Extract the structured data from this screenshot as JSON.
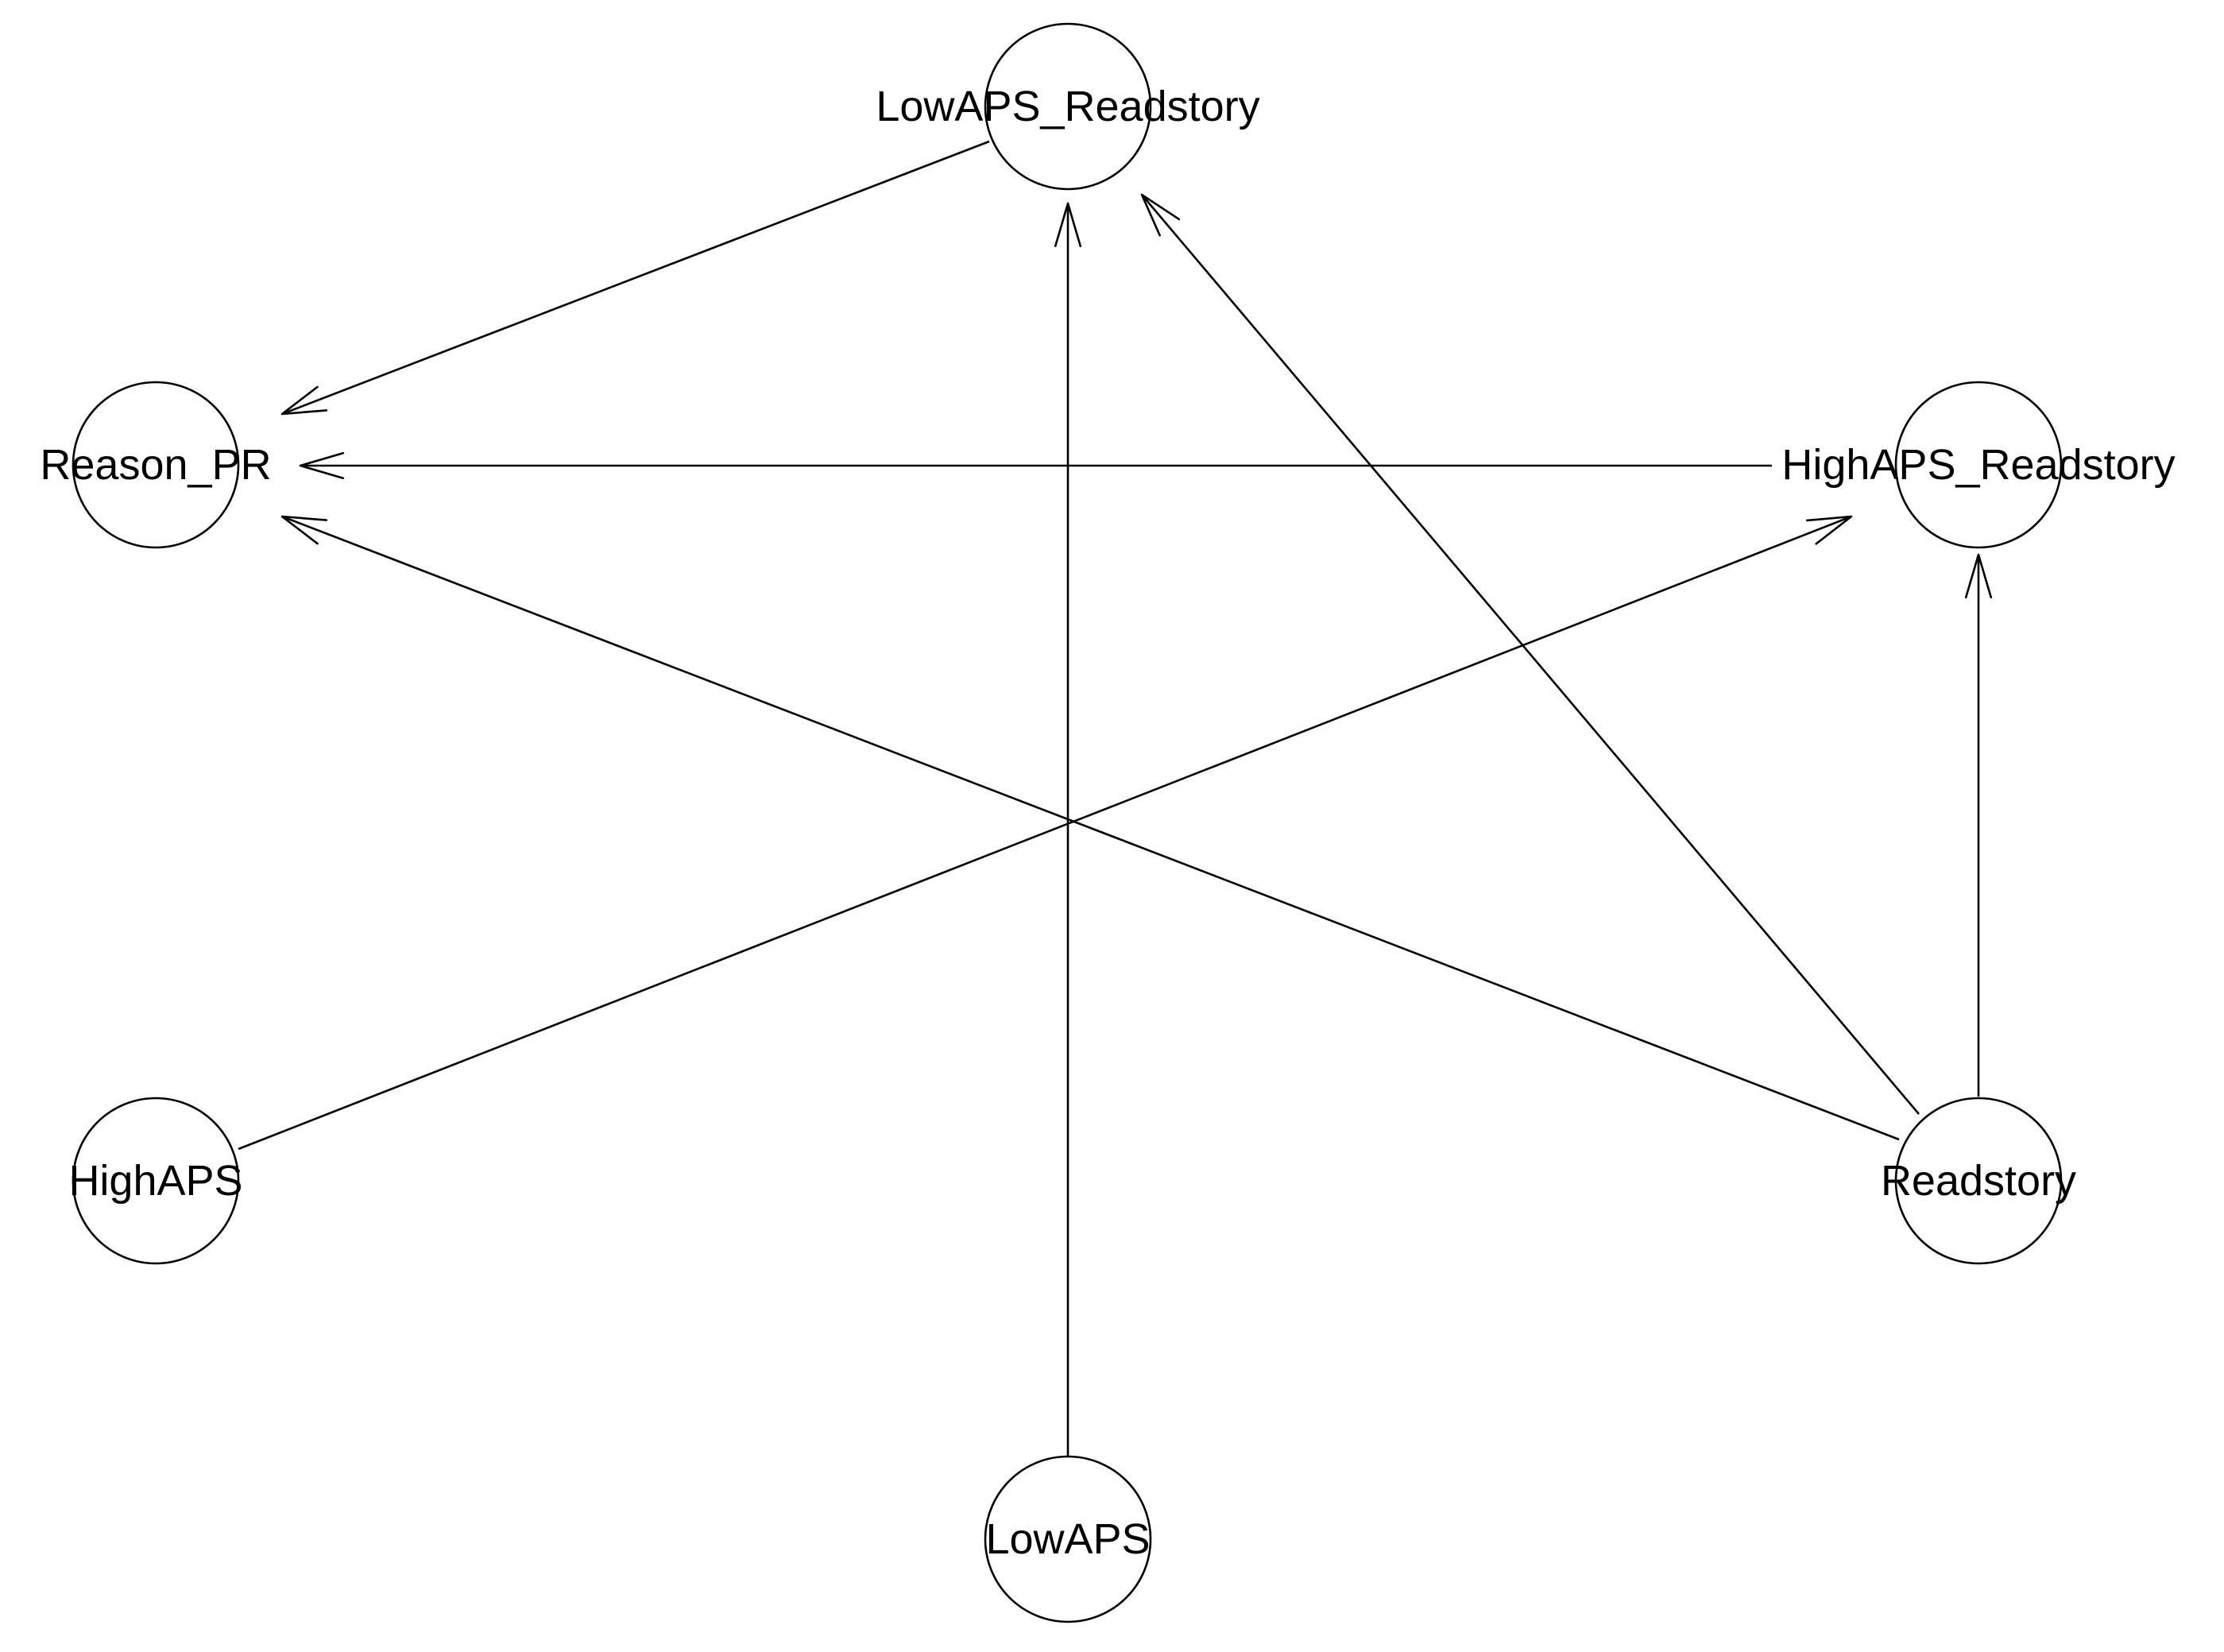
{
  "diagram": {
    "type": "directed-graph",
    "line_color": "#000000",
    "background_color": "#ffffff",
    "nodes": [
      {
        "id": "LowAPS_Readstory",
        "label": "LowAPS_Readstory"
      },
      {
        "id": "Reason_PR",
        "label": "Reason_PR"
      },
      {
        "id": "HighAPS_Readstory",
        "label": "HighAPS_Readstory"
      },
      {
        "id": "HighAPS",
        "label": "HighAPS"
      },
      {
        "id": "Readstory",
        "label": "Readstory"
      },
      {
        "id": "LowAPS",
        "label": "LowAPS"
      }
    ],
    "edges": [
      {
        "from": "LowAPS_Readstory",
        "to": "Reason_PR"
      },
      {
        "from": "HighAPS_Readstory",
        "to": "Reason_PR"
      },
      {
        "from": "Readstory",
        "to": "Reason_PR"
      },
      {
        "from": "LowAPS",
        "to": "LowAPS_Readstory"
      },
      {
        "from": "Readstory",
        "to": "LowAPS_Readstory"
      },
      {
        "from": "HighAPS",
        "to": "HighAPS_Readstory"
      },
      {
        "from": "Readstory",
        "to": "HighAPS_Readstory"
      }
    ]
  }
}
